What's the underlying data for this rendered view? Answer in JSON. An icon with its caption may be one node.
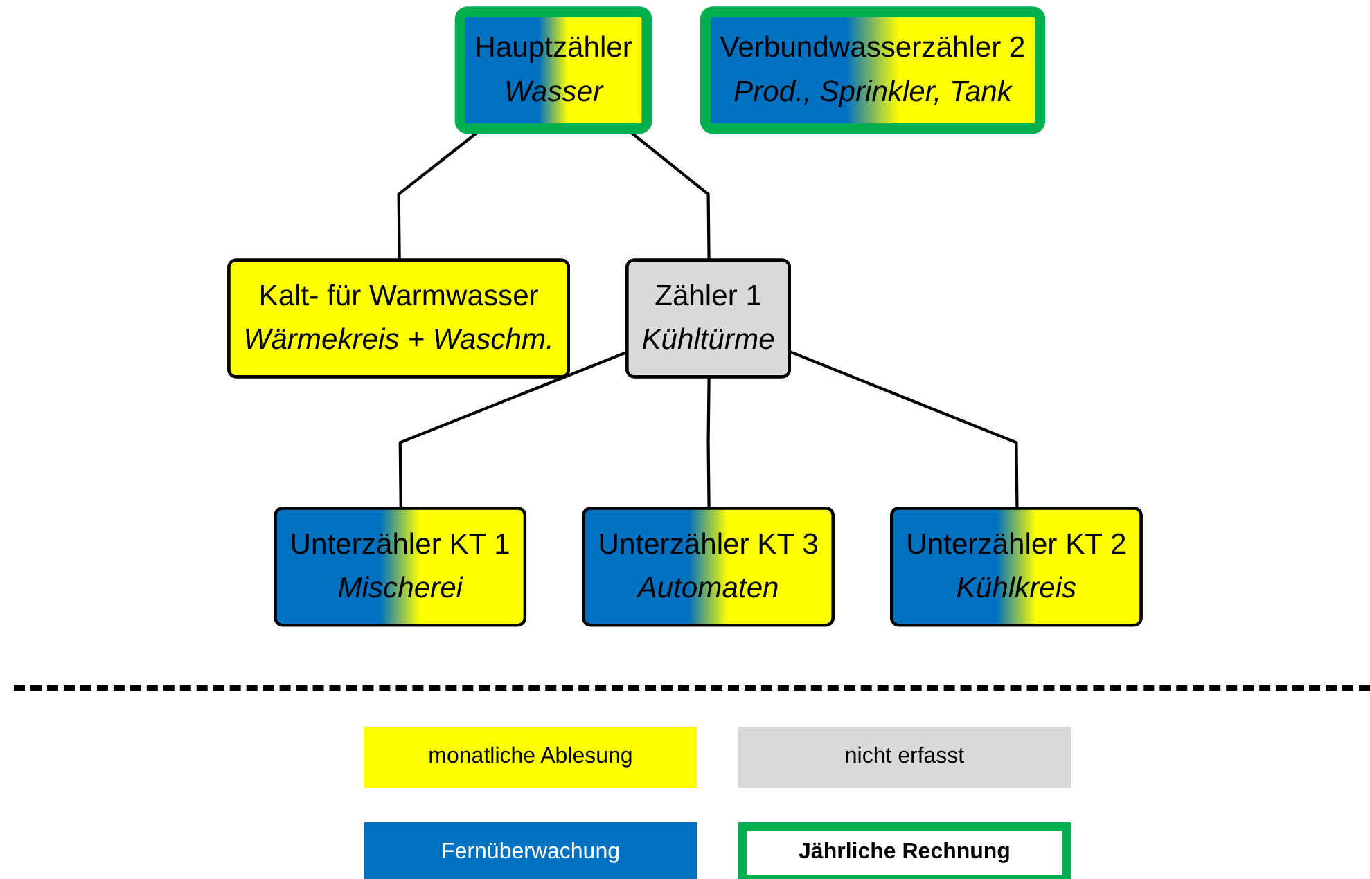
{
  "diagram": {
    "nodes": [
      {
        "text": [
          "Hauptzähler",
          "Wasser"
        ]
      },
      {
        "text": [
          "Verbundwasserzähler 2",
          "Prod., Sprinkler, Tank"
        ]
      },
      {
        "text": [
          "Kalt- für Warmwasser",
          "Wärmekreis + Waschm."
        ]
      },
      {
        "text": [
          "Zähler 1",
          "Kühltürme"
        ]
      },
      {
        "text": [
          "Unterzähler KT 1",
          "Mischerei"
        ]
      },
      {
        "text": [
          "Unterzähler KT 3",
          "Automaten"
        ]
      },
      {
        "text": [
          "Unterzähler KT 2",
          "Kühlkreis"
        ]
      }
    ],
    "edges": [
      {
        "from": 0,
        "to": 2,
        "arrow": "none"
      },
      {
        "from": 0,
        "to": 3,
        "arrow": "none"
      },
      {
        "from": 3,
        "to": 4,
        "arrow": "none"
      },
      {
        "from": 3,
        "to": 5,
        "arrow": "none"
      },
      {
        "from": 3,
        "to": 6,
        "arrow": "none"
      }
    ],
    "legend": [
      {
        "text": "monatliche Ablesung",
        "color": "#ffff00"
      },
      {
        "text": "nicht erfasst",
        "color": "#d9d9d9"
      },
      {
        "text": "Fernüberwachung",
        "color": "#0070c0"
      },
      {
        "text": "Jährliche Rechnung"
      }
    ]
  }
}
